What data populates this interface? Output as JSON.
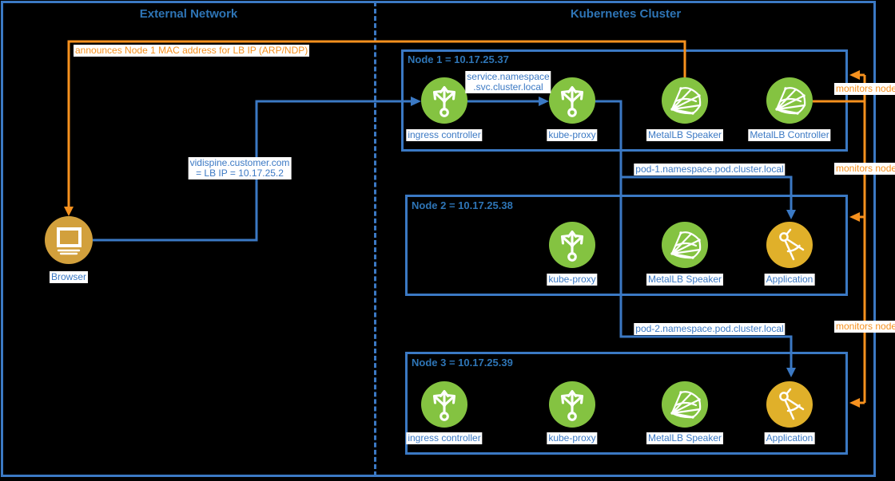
{
  "colors": {
    "background": "#000000",
    "line_blue": "#3B79C4",
    "title_blue": "#2E75B6",
    "orange": "#F6911E",
    "icon_green": "#84C341",
    "icon_gold_application": "#E0B02A",
    "icon_gold_browser": "#D2A03C",
    "label_background": "#FFFFFF"
  },
  "headers": {
    "external": "External Network",
    "cluster": "Kubernetes Cluster"
  },
  "browser": {
    "label": "Browser"
  },
  "nodes": [
    {
      "title": "Node 1 = 10.17.25.37",
      "components": [
        {
          "label": "ingress controller"
        },
        {
          "label": "kube-proxy"
        },
        {
          "label": "MetalLB Speaker"
        },
        {
          "label": "MetalLB Controller"
        }
      ]
    },
    {
      "title": "Node 2 = 10.17.25.38",
      "components": [
        {
          "label": "kube-proxy"
        },
        {
          "label": "MetalLB Speaker"
        },
        {
          "label": "Application"
        }
      ]
    },
    {
      "title": "Node 3 = 10.17.25.39",
      "components": [
        {
          "label": "ingress controller"
        },
        {
          "label": "kube-proxy"
        },
        {
          "label": "MetalLB Speaker"
        },
        {
          "label": "Application"
        }
      ]
    }
  ],
  "edge_labels": {
    "announce": "announces Node 1 MAC address for LB IP (ARP/NDP)",
    "vidispine_1": "vidispine.customer.com",
    "vidispine_2": "= LB IP = 10.17.25.2",
    "service_1": "service.namespace",
    "service_2": ".svc.cluster.local",
    "pod1": "pod-1.namespace.pod.cluster.local",
    "pod2": "pod-2.namespace.pod.cluster.local",
    "monitors_1": "monitors node",
    "monitors_2": "monitors node",
    "monitors_3": "monitors node"
  }
}
